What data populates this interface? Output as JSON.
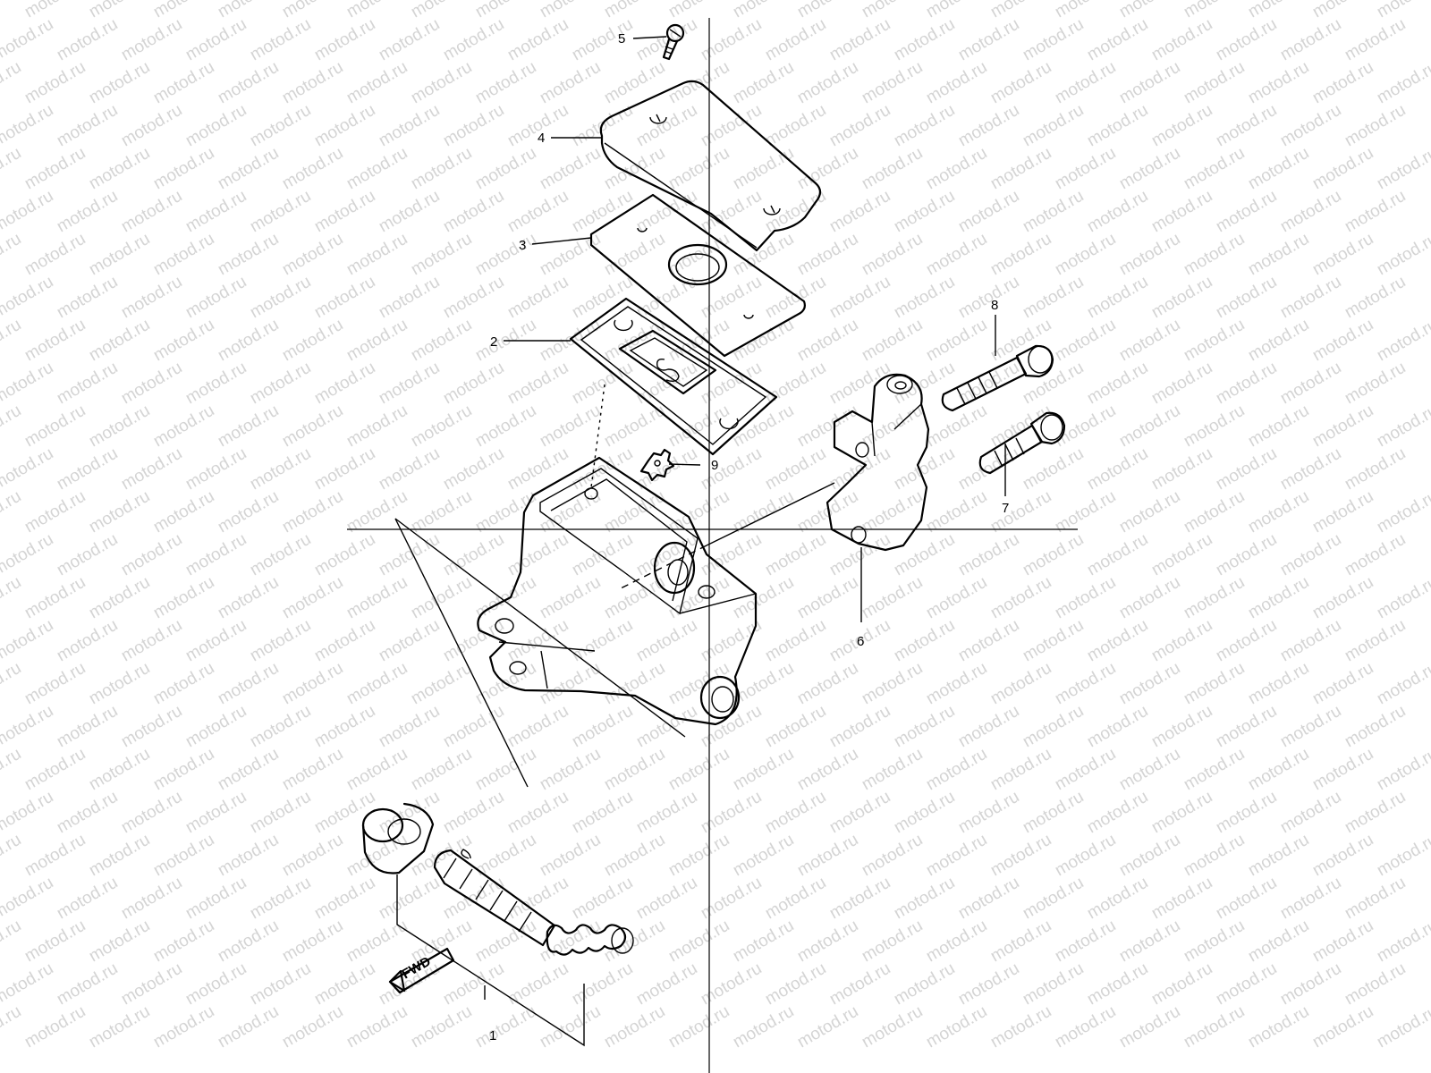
{
  "watermark": {
    "text": "motod.ru"
  },
  "callouts": [
    {
      "id": "1",
      "label": "1"
    },
    {
      "id": "2",
      "label": "2"
    },
    {
      "id": "3",
      "label": "3"
    },
    {
      "id": "4",
      "label": "4"
    },
    {
      "id": "5",
      "label": "5"
    },
    {
      "id": "6",
      "label": "6"
    },
    {
      "id": "7",
      "label": "7"
    },
    {
      "id": "8",
      "label": "8"
    },
    {
      "id": "9",
      "label": "9"
    }
  ],
  "direction_marker": {
    "label": "FWD"
  }
}
